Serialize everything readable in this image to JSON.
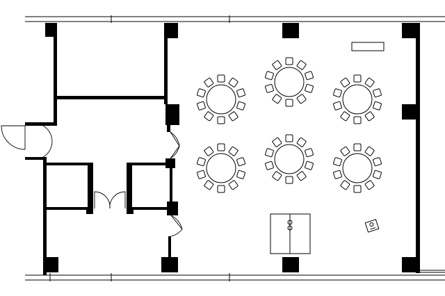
{
  "diagram": {
    "type": "banquet-floor-plan",
    "colors": {
      "line": "#000000",
      "background": "#ffffff"
    },
    "round_tables": [
      {
        "id": "t1",
        "chairs": 10
      },
      {
        "id": "t2",
        "chairs": 10
      },
      {
        "id": "t3",
        "chairs": 10
      },
      {
        "id": "t4",
        "chairs": 10
      },
      {
        "id": "t5",
        "chairs": 10
      },
      {
        "id": "t6",
        "chairs": 10
      }
    ],
    "icons": [
      "microphone-icon",
      "podium-icon"
    ]
  }
}
